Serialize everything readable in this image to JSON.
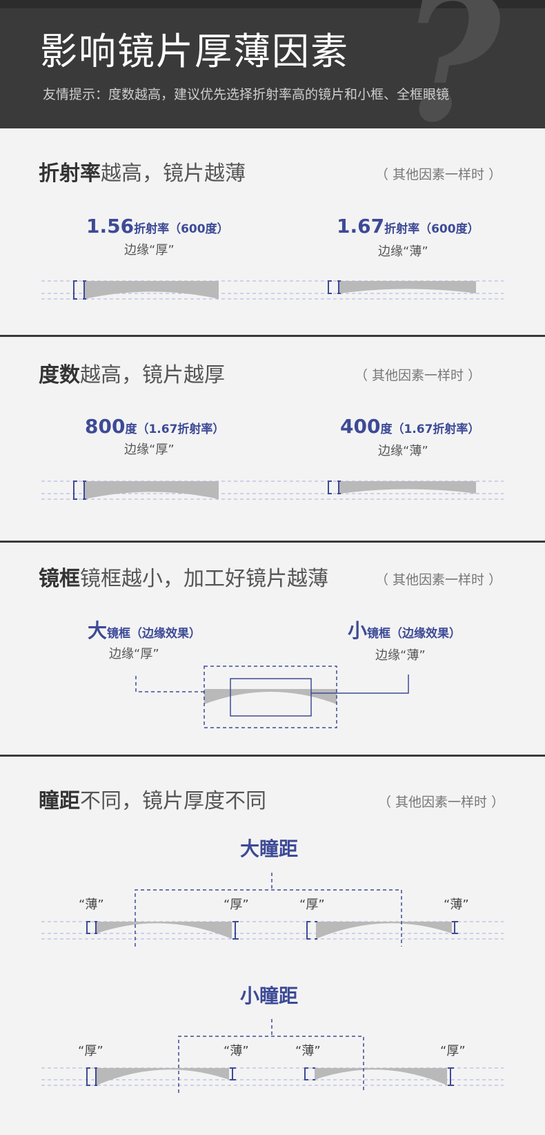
{
  "header": {
    "title": "影响镜片厚薄因素",
    "tip": "友情提示：度数越高，建议优先选择折射率高的镜片和小框、全框眼镜"
  },
  "s1": {
    "title_bold": "折射率",
    "title_rest": "越高，镜片越薄",
    "note": "（ 其他因素一样时 ）",
    "left": {
      "big": "1.56",
      "small": "折射率（600度）",
      "edge": "边缘“厚”"
    },
    "right": {
      "big": "1.67",
      "small": "折射率（600度）",
      "edge": "边缘“薄”"
    }
  },
  "s2": {
    "title_bold": "度数",
    "title_rest": "越高，镜片越厚",
    "note": "（ 其他因素一样时 ）",
    "left": {
      "big": "800",
      "small": "度（1.67折射率）",
      "edge": "边缘“厚”"
    },
    "right": {
      "big": "400",
      "small": "度（1.67折射率）",
      "edge": "边缘“薄”"
    }
  },
  "s3": {
    "title_bold": "镜框",
    "title_rest": "镜框越小，加工好镜片越薄",
    "note": "（ 其他因素一样时 ）",
    "left": {
      "big": "大",
      "small": "镜框（边缘效果）",
      "edge": "边缘“厚”"
    },
    "right": {
      "big": "小",
      "small": "镜框（边缘效果）",
      "edge": "边缘“薄”"
    }
  },
  "s4": {
    "title_bold": "瞳距",
    "title_rest": "不同，镜片厚度不同",
    "note": "（ 其他因素一样时 ）",
    "big_pd": "大瞳距",
    "big_labels": [
      "“薄”",
      "“厚”",
      "“厚”",
      "“薄”"
    ],
    "small_pd": "小瞳距",
    "small_labels": [
      "“厚”",
      "“薄”",
      "“薄”",
      "“厚”"
    ]
  },
  "colors": {
    "accent": "#3d4a96",
    "header_bg": "#3a3a3a",
    "lens": "#b9b9b9",
    "guide": "#a9aee0"
  }
}
